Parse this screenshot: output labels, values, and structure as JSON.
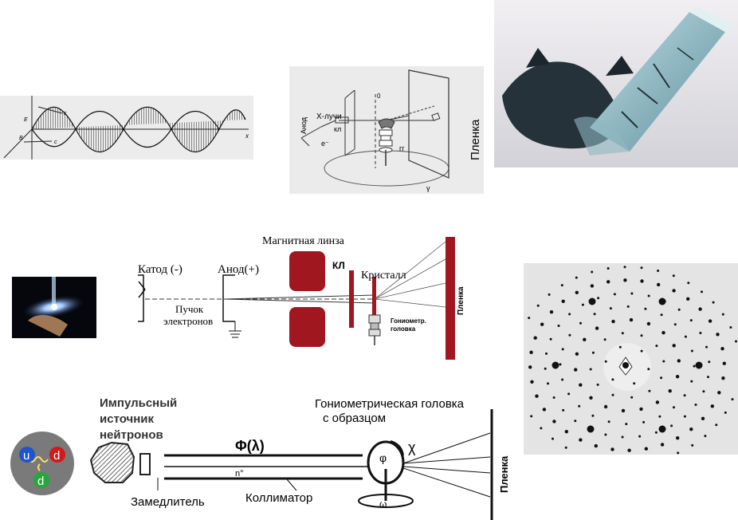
{
  "wave": {
    "label_e": "E",
    "label_b": "B",
    "label_c1": "c",
    "label_c2": "c",
    "label_x": "x"
  },
  "xray": {
    "anode": "Анод",
    "rays": "Х-лучи",
    "kl": "кл",
    "electron": "e⁻",
    "zero": "0",
    "gg": "гг",
    "gamma": "γ",
    "film": "Пленка"
  },
  "electron": {
    "cathode": "Катод (-)",
    "anode": "Анод(+)",
    "lens": "Магнитная линза",
    "kl": "КЛ",
    "crystal": "Кристалл",
    "beam_line1": "Пучок",
    "beam_line2": "электронов",
    "gonio_line1": "Гониометр.",
    "gonio_line2": "головка",
    "film": "Пленка"
  },
  "neutron": {
    "source_line1": "Импульсный",
    "source_line2": "источник",
    "source_line3": "нейтронов",
    "phi": "Φ(λ)",
    "n0": "n°",
    "gonio_line1": "Гониометрическая головка",
    "gonio_line2": "с образцом",
    "chi": "χ",
    "phi_small": "φ",
    "omega": "ω",
    "moderator": "Замедлитель",
    "collimator": "Коллиматор",
    "film": "Пленка"
  },
  "quarks": {
    "q1": "u",
    "q2": "d",
    "q3": "d"
  },
  "colors": {
    "lens": "#a0171f",
    "crystal_light": "#a9c7cf",
    "crystal_dark": "#2a3a44"
  }
}
